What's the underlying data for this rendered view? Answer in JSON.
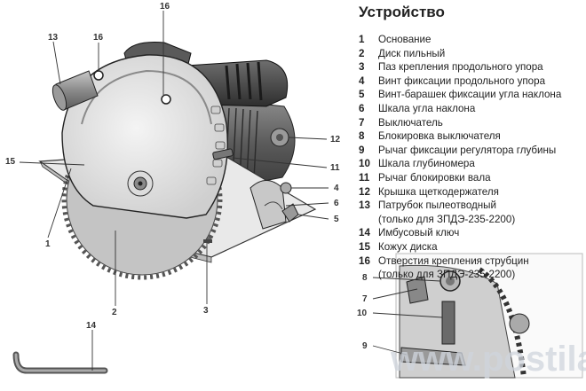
{
  "title": "Устройство",
  "legend": [
    {
      "num": "1",
      "text": "Основание"
    },
    {
      "num": "2",
      "text": "Диск пильный"
    },
    {
      "num": "3",
      "text": "Паз крепления продольного упора"
    },
    {
      "num": "4",
      "text": "Винт фиксации продольного упора"
    },
    {
      "num": "5",
      "text": "Винт-барашек фиксации угла наклона"
    },
    {
      "num": "6",
      "text": "Шкала угла наклона"
    },
    {
      "num": "7",
      "text": "Выключатель"
    },
    {
      "num": "8",
      "text": "Блокировка выключателя"
    },
    {
      "num": "9",
      "text": "Рычаг фиксации регулятора глубины"
    },
    {
      "num": "10",
      "text": "Шкала глубиномера"
    },
    {
      "num": "11",
      "text": "Рычаг блокировки вала"
    },
    {
      "num": "12",
      "text": "Крышка щеткодержателя"
    },
    {
      "num": "13",
      "text": "Патрубок пылеотводный"
    },
    {
      "num": "",
      "text": "(только для ЗПДЭ-235-2200)"
    },
    {
      "num": "14",
      "text": "Имбусовый ключ"
    },
    {
      "num": "15",
      "text": "Кожух диска"
    },
    {
      "num": "16",
      "text": "Отверстия крепления струбцин"
    },
    {
      "num": "",
      "text": "(только для ЗПДЭ-235-2200)"
    }
  ],
  "callouts": {
    "c16_top": "16",
    "c13": "13",
    "c16_left": "16",
    "c15": "15",
    "c12": "12",
    "c11": "11",
    "c4": "4",
    "c6": "6",
    "c5": "5",
    "c1": "1",
    "c2": "2",
    "c3": "3",
    "c14": "14",
    "c8": "8",
    "c7": "7",
    "c10": "10",
    "c9": "9"
  },
  "watermark": "www.postila.ru"
}
